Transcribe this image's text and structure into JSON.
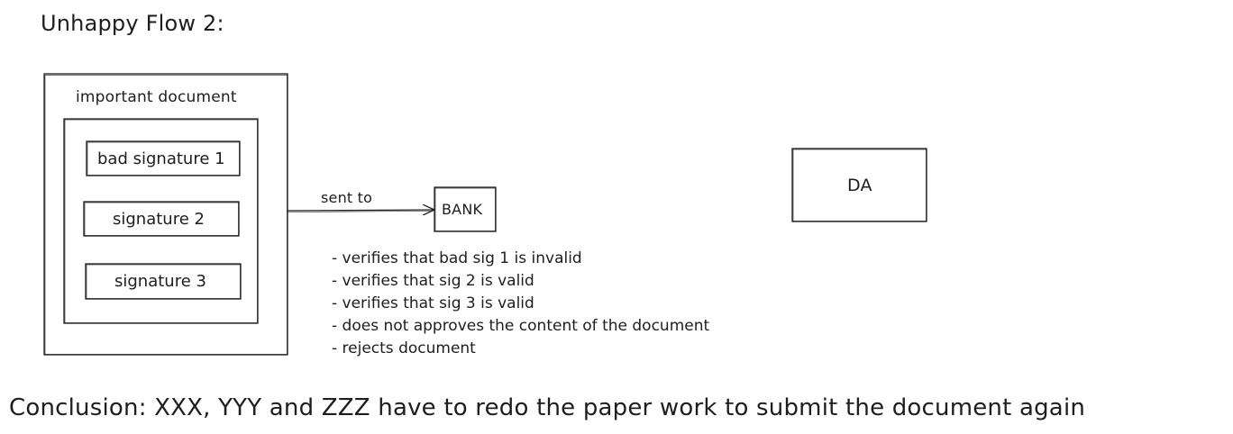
{
  "title": "Unhappy Flow 2:",
  "document": {
    "label": "important document",
    "signatures": [
      {
        "label": "bad signature 1"
      },
      {
        "label": "signature 2"
      },
      {
        "label": "signature 3"
      }
    ]
  },
  "arrow_label": "sent to",
  "bank_label": "BANK",
  "da_label": "DA",
  "bank_notes": [
    "- verifies that bad sig 1 is invalid",
    "- verifies that sig 2 is valid",
    "- verifies that sig 3 is valid",
    "- does not approves the content of the document",
    "- rejects document"
  ],
  "conclusion": "Conclusion: XXX, YYY and ZZZ have to redo the paper work to submit the document again",
  "colors": {
    "stroke": "#1e1e1e",
    "background": "#ffffff"
  }
}
